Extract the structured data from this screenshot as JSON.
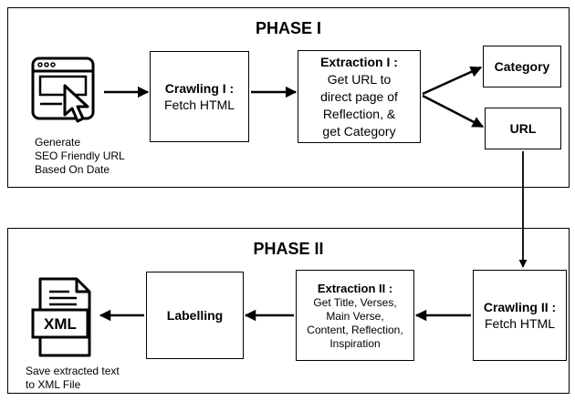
{
  "phase1": {
    "title": "PHASE I",
    "generate_caption": [
      "Generate",
      "SEO Friendly URL",
      "Based On Date"
    ],
    "crawling": {
      "title": "Crawling I :",
      "text": "Fetch HTML"
    },
    "extraction": {
      "title": "Extraction I :",
      "lines": [
        "Get URL to",
        "direct page of",
        "Reflection, &",
        "get Category"
      ]
    },
    "category_label": "Category",
    "url_label": "URL"
  },
  "phase2": {
    "title": "PHASE II",
    "crawling": {
      "title": "Crawling II :",
      "text": "Fetch HTML"
    },
    "extraction": {
      "title": "Extraction II :",
      "lines": [
        "Get Title, Verses,",
        "Main Verse,",
        "Content, Reflection,",
        "Inspiration"
      ]
    },
    "labelling_label": "Labelling",
    "xml_icon_text": "XML",
    "save_caption": [
      "Save extracted text",
      "to XML File"
    ]
  },
  "icons": [
    "browser-click-icon",
    "xml-file-icon"
  ]
}
